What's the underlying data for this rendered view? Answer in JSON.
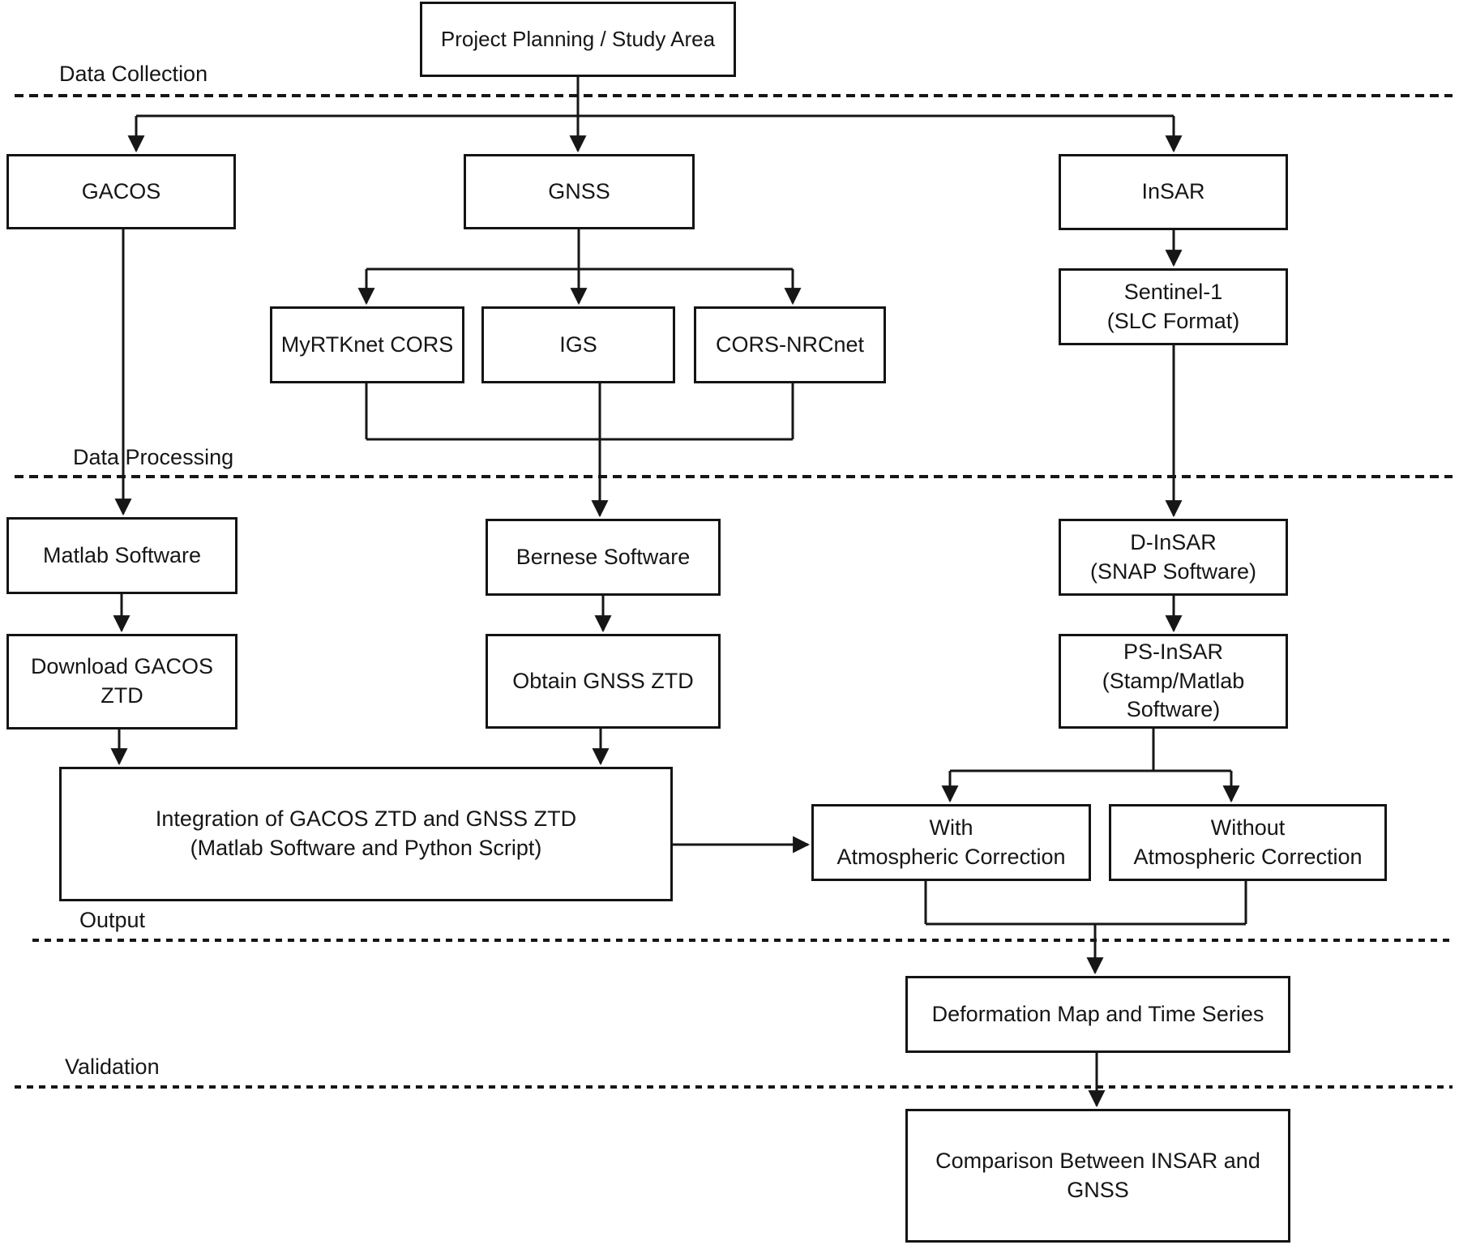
{
  "canvas": {
    "background": "#ffffff",
    "line_color": "#161616",
    "box_fill": "#ffffff",
    "box_border": "#141414",
    "text_color": "#161616"
  },
  "sections": [
    {
      "id": "data_collection",
      "label": "Data Collection"
    },
    {
      "id": "data_processing",
      "label": "Data Processing"
    },
    {
      "id": "output",
      "label": "Output"
    },
    {
      "id": "validation",
      "label": "Validation"
    }
  ],
  "nodes": {
    "project_planning": {
      "label": "Project Planning / Study Area"
    },
    "gacos": {
      "label": "GACOS"
    },
    "gnss": {
      "label": "GNSS"
    },
    "insar": {
      "label": "InSAR"
    },
    "sentinel": {
      "label": "Sentinel-1\n(SLC Format)"
    },
    "myrtknet": {
      "label": "MyRTKnet CORS"
    },
    "igs": {
      "label": "IGS"
    },
    "cors_nrcnet": {
      "label": "CORS-NRCnet"
    },
    "matlab": {
      "label": "Matlab Software"
    },
    "bernese": {
      "label": "Bernese Software"
    },
    "dinsar": {
      "label": "D-InSAR\n(SNAP Software)"
    },
    "download_gacos": {
      "label": "Download GACOS\nZTD"
    },
    "obtain_gnss": {
      "label": "Obtain GNSS ZTD"
    },
    "psinsar": {
      "label": "PS-InSAR\n(Stamp/Matlab\nSoftware)"
    },
    "integration": {
      "label": "Integration of GACOS ZTD and GNSS ZTD\n(Matlab Software and Python Script)"
    },
    "with_ac": {
      "label": "With\nAtmospheric Correction"
    },
    "without_ac": {
      "label": "Without\nAtmospheric Correction"
    },
    "deformation": {
      "label": "Deformation Map and Time Series"
    },
    "comparison": {
      "label": "Comparison Between INSAR and\nGNSS"
    }
  }
}
